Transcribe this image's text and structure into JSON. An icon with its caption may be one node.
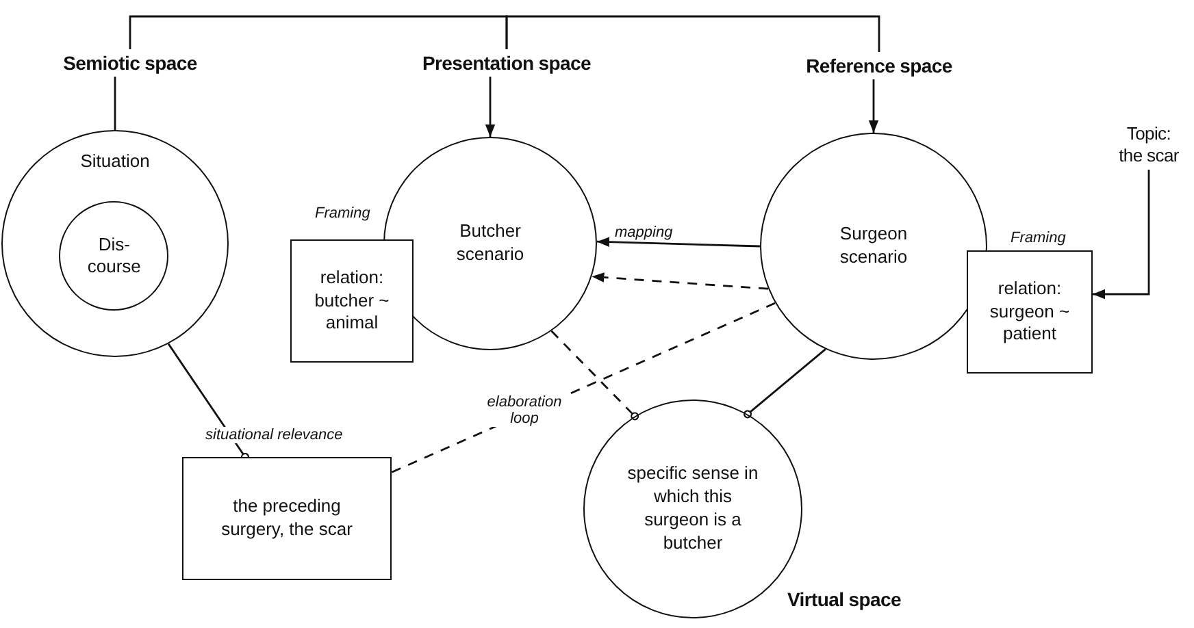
{
  "diagram": {
    "nodes": [
      {
        "text": [
          "Semiotic space"
        ]
      },
      {
        "text": [
          "Presentation space"
        ]
      },
      {
        "text": [
          "Reference space"
        ]
      },
      {
        "text": [
          "Situation"
        ]
      },
      {
        "text": [
          "Dis- course"
        ],
        "in": 3
      },
      {
        "text": [
          "Butcher scenario"
        ]
      },
      {
        "text": [
          "relation: butcher ~ animal"
        ],
        "beside": [
          "Framing"
        ]
      },
      {
        "text": [
          "Surgeon scenario"
        ]
      },
      {
        "text": [
          "relation: surgeon ~ patient"
        ],
        "beside": [
          "Framing"
        ]
      },
      {
        "text": [
          "Topic: the scar"
        ]
      },
      {
        "text": [
          "specific sense in which this surgeon is a butcher"
        ],
        "beside": [
          "Virtual space"
        ]
      },
      {
        "text": [
          "the preceding surgery, the scar"
        ]
      }
    ],
    "edges": [
      {
        "from": 0,
        "to": 1,
        "arrow": "none"
      },
      {
        "from": 1,
        "to": 2,
        "arrow": "none"
      },
      {
        "from": 0,
        "to": 3,
        "arrow": "none"
      },
      {
        "from": 1,
        "to": 5,
        "arrow": "to"
      },
      {
        "from": 2,
        "to": 7,
        "arrow": "to"
      },
      {
        "from": 9,
        "to": 8,
        "arrow": "to"
      },
      {
        "from": 7,
        "to": 5,
        "arrow": "to",
        "label": "mapping"
      },
      {
        "from": 7,
        "to": 5,
        "arrow": "to",
        "style": "dashed"
      },
      {
        "from": 7,
        "to": 11,
        "arrow": "none",
        "style": "dashed",
        "label": "elaboration loop"
      },
      {
        "from": 5,
        "to": 10,
        "arrow": "other",
        "style": "dashed"
      },
      {
        "from": 7,
        "to": 10,
        "arrow": "other"
      },
      {
        "from": 3,
        "to": 11,
        "arrow": "other",
        "label": "situational relevance"
      }
    ]
  }
}
